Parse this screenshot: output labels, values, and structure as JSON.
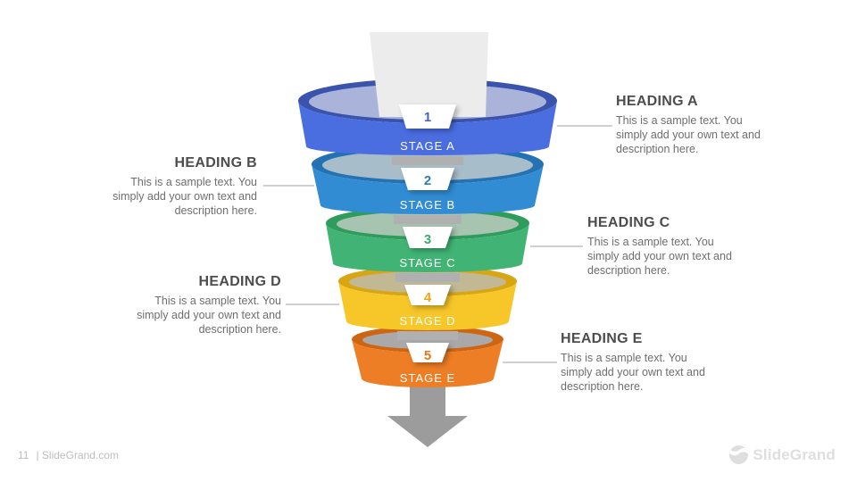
{
  "slide": {
    "page_number": "11",
    "footer_site": "| SlideGrand.com",
    "brand": "SlideGrand"
  },
  "icons": {
    "brand_mark": "slidegrand-circle-mark",
    "funnel_arrow": "down-arrow"
  },
  "funnel": {
    "inlet_color": "#ececec",
    "arrow_color": "#9c9c9c",
    "strip_color": "#b0b0b0",
    "stage_label_color": "#ffffff",
    "stages": [
      {
        "number": "1",
        "stage_label": "STAGE A",
        "color": "#4a6de0",
        "dark": "#3a53ac",
        "inner": "#aab4da",
        "number_color": "#3f62c9"
      },
      {
        "number": "2",
        "stage_label": "STAGE B",
        "color": "#318cd4",
        "dark": "#2472b2",
        "inner": "#a8bdca",
        "number_color": "#2e7db8"
      },
      {
        "number": "3",
        "stage_label": "STAGE C",
        "color": "#41b475",
        "dark": "#2f9c5e",
        "inner": "#a6c4b0",
        "number_color": "#3fa96f"
      },
      {
        "number": "4",
        "stage_label": "STAGE D",
        "color": "#f7c629",
        "dark": "#d8a513",
        "inner": "#c2b994",
        "number_color": "#eda314"
      },
      {
        "number": "5",
        "stage_label": "STAGE E",
        "color": "#ee7e25",
        "dark": "#cd6512",
        "inner": "#a9a9a9",
        "number_color": "#e8761c"
      }
    ]
  },
  "callouts": [
    {
      "heading": "HEADING A",
      "lines": [
        "This is a sample text.  You",
        "simply add your own text  and",
        "description here."
      ]
    },
    {
      "heading": "HEADING B",
      "lines": [
        "This is a sample text.  You",
        "simply add your own text  and",
        "description here."
      ]
    },
    {
      "heading": "HEADING C",
      "lines": [
        "This is a sample text.  You",
        "simply add your own text  and",
        "description here."
      ]
    },
    {
      "heading": "HEADING D",
      "lines": [
        "This is a sample text.  You",
        "simply add your own text  and",
        "description here."
      ]
    },
    {
      "heading": "HEADING E",
      "lines": [
        "This is a sample text.  You",
        "simply add your own text  and",
        "description here."
      ]
    }
  ]
}
